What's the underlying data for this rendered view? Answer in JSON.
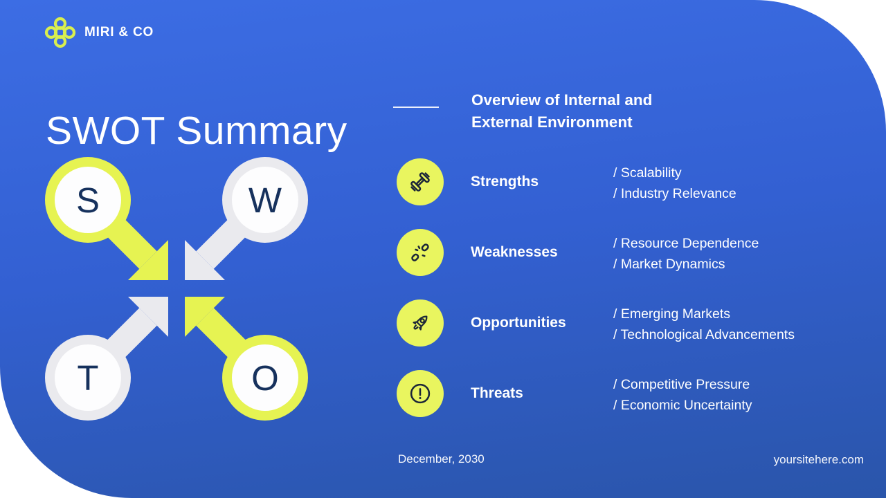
{
  "brand": {
    "name": "MIRI & CO"
  },
  "header": {
    "title": "SWOT Summary",
    "subtitle": "Overview of Internal and External Environment"
  },
  "diagram": {
    "quadrants": [
      {
        "letter": "S",
        "name": "strengths",
        "color": "#E6F352"
      },
      {
        "letter": "W",
        "name": "weaknesses",
        "color": "#EAEAEE"
      },
      {
        "letter": "T",
        "name": "threats",
        "color": "#EAEAEE"
      },
      {
        "letter": "O",
        "name": "opportunities",
        "color": "#E6F352"
      }
    ],
    "letter_color": "#16315D",
    "inner_circle_color": "#FDFDFE"
  },
  "rows": [
    {
      "icon": "dumbbell-icon",
      "label": "Strengths",
      "items": [
        "/ Scalability",
        "/ Industry Relevance"
      ]
    },
    {
      "icon": "broken-link-icon",
      "label": "Weaknesses",
      "items": [
        "/ Resource Dependence",
        "/ Market Dynamics"
      ]
    },
    {
      "icon": "rocket-icon",
      "label": "Opportunities",
      "items": [
        "/ Emerging Markets",
        "/ Technological Advancements"
      ]
    },
    {
      "icon": "alert-icon",
      "label": "Threats",
      "items": [
        "/ Competitive Pressure",
        "/ Economic Uncertainty"
      ]
    }
  ],
  "footer": {
    "date": "December, 2030",
    "site": "yoursitehere.com"
  },
  "colors": {
    "accent_lime": "#E6F352",
    "light_gray": "#EAEAEE",
    "navy": "#16315D",
    "icon_stroke": "#1C2638",
    "bg_top": "#3C6DE4",
    "bg_bottom": "#2A55AA"
  }
}
